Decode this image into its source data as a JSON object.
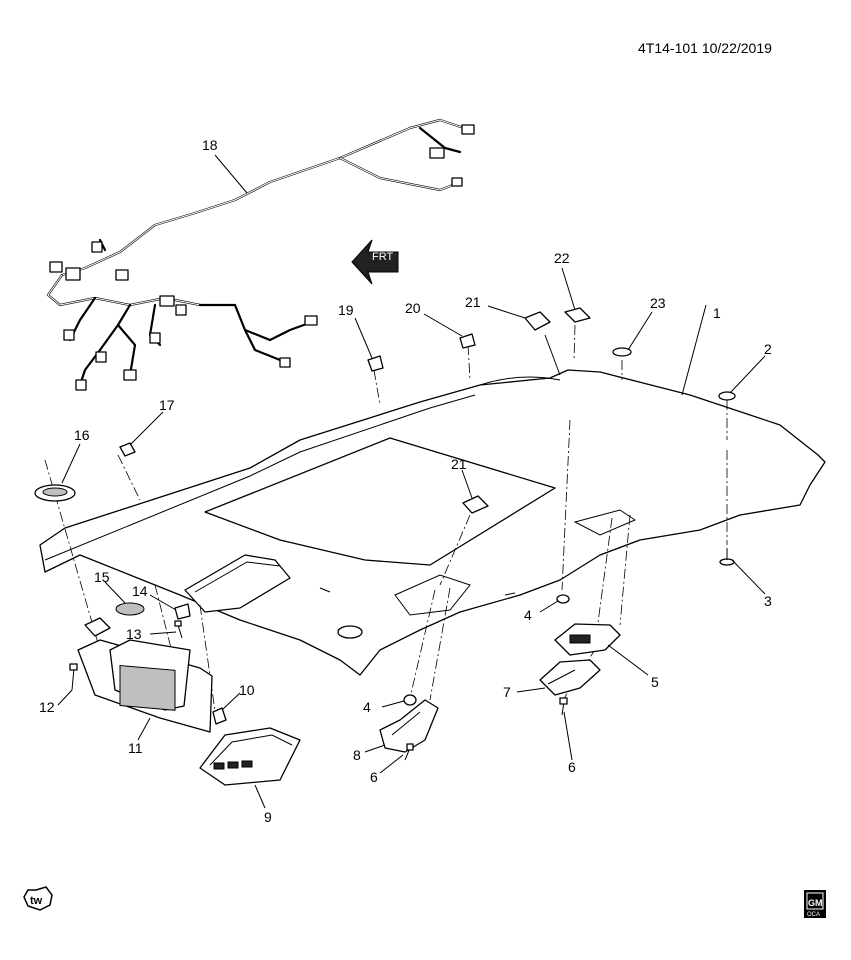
{
  "header": {
    "diagram_code": "4T14-101 10/22/2019"
  },
  "direction_arrow": {
    "label": "FRT",
    "icon": "front-direction-arrow-icon"
  },
  "callouts": [
    {
      "id": "1",
      "label": "1"
    },
    {
      "id": "2",
      "label": "2"
    },
    {
      "id": "3",
      "label": "3"
    },
    {
      "id": "4a",
      "label": "4"
    },
    {
      "id": "4b",
      "label": "4"
    },
    {
      "id": "5",
      "label": "5"
    },
    {
      "id": "6a",
      "label": "6"
    },
    {
      "id": "6b",
      "label": "6"
    },
    {
      "id": "7",
      "label": "7"
    },
    {
      "id": "8",
      "label": "8"
    },
    {
      "id": "9",
      "label": "9"
    },
    {
      "id": "10",
      "label": "10"
    },
    {
      "id": "11",
      "label": "11"
    },
    {
      "id": "12",
      "label": "12"
    },
    {
      "id": "13",
      "label": "13"
    },
    {
      "id": "14",
      "label": "14"
    },
    {
      "id": "15",
      "label": "15"
    },
    {
      "id": "16",
      "label": "16"
    },
    {
      "id": "17",
      "label": "17"
    },
    {
      "id": "18",
      "label": "18"
    },
    {
      "id": "19",
      "label": "19"
    },
    {
      "id": "20",
      "label": "20"
    },
    {
      "id": "21a",
      "label": "21"
    },
    {
      "id": "21b",
      "label": "21"
    },
    {
      "id": "22",
      "label": "22"
    },
    {
      "id": "23",
      "label": "23"
    }
  ],
  "footer": {
    "left_logo_text": "tw",
    "right_logo_text": "GM",
    "right_logo_sub": "OCA"
  }
}
